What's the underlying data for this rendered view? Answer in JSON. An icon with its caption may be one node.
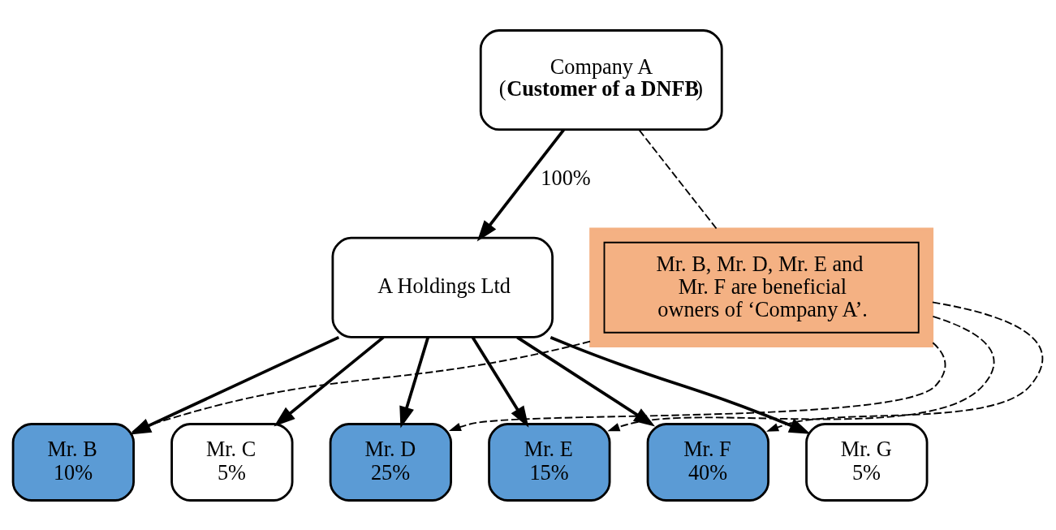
{
  "diagram": {
    "nodes": [
      {
        "text": [
          "Company A",
          "(**Customer of a DNFB**)"
        ]
      },
      {
        "text": [
          "A Holdings Ltd"
        ]
      },
      {
        "text": [
          "Mr. B",
          "10%"
        ]
      },
      {
        "text": [
          "Mr. C",
          "5%"
        ]
      },
      {
        "text": [
          "Mr. D",
          "25%"
        ]
      },
      {
        "text": [
          "Mr. E",
          "15%"
        ]
      },
      {
        "text": [
          "Mr. F",
          "40%"
        ]
      },
      {
        "text": [
          "Mr. G",
          "5%"
        ]
      },
      {
        "text": [
          "Mr. B, Mr. D, Mr. E and Mr. F are beneficial owners of ‘Company A’."
        ]
      }
    ],
    "edges": [
      {
        "from": 0,
        "to": 1,
        "arrow": "to",
        "label": "100%"
      },
      {
        "from": 1,
        "to": 2,
        "arrow": "to"
      },
      {
        "from": 1,
        "to": 3,
        "arrow": "to"
      },
      {
        "from": 1,
        "to": 4,
        "arrow": "to"
      },
      {
        "from": 1,
        "to": 5,
        "arrow": "to"
      },
      {
        "from": 1,
        "to": 6,
        "arrow": "to"
      },
      {
        "from": 1,
        "to": 7,
        "arrow": "to"
      },
      {
        "from": 0,
        "to": 8,
        "arrow": "none",
        "style": "dashed"
      },
      {
        "from": 8,
        "to": 2,
        "arrow": "to",
        "style": "dashed"
      },
      {
        "from": 8,
        "to": 4,
        "arrow": "to",
        "style": "dashed"
      },
      {
        "from": 8,
        "to": 5,
        "arrow": "to",
        "style": "dashed"
      },
      {
        "from": 8,
        "to": 6,
        "arrow": "to",
        "style": "dashed"
      }
    ]
  }
}
